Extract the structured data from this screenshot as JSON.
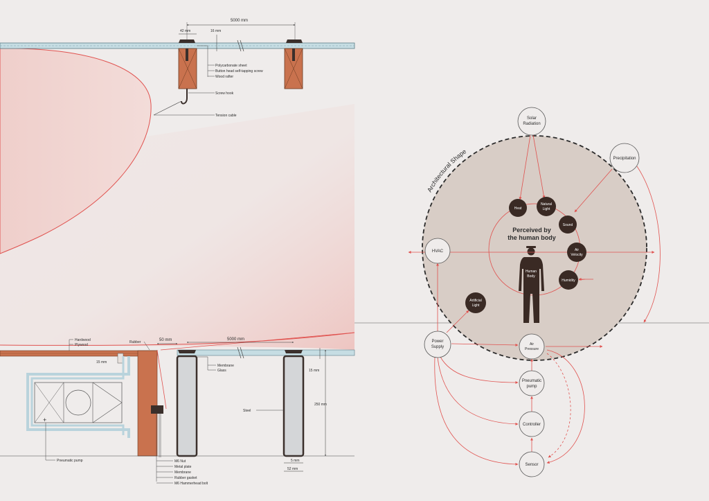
{
  "top_detail": {
    "dim_span": "5000 mm",
    "dim_width": "42 mm",
    "dim_thickness": "16 mm",
    "callouts": [
      "Polycarbonate sheet",
      "Button head self-tapping screw",
      "Wood rafter",
      "Screw hook",
      "Tension cable"
    ]
  },
  "bottom_detail": {
    "left_labels": [
      "Hardwood",
      "Plywood"
    ],
    "rubber_label": "Rubber",
    "dim_rubber": "50 mm",
    "dim_span": "5000 mm",
    "dim_small": "15 mm",
    "membrane_labels": [
      "Membrane",
      "Glass"
    ],
    "dim_glass": "15 mm",
    "dim_height": "250 mm",
    "steel_label": "Steel",
    "dim_5": "5 mm",
    "dim_52": "52 mm",
    "pump_label": "Pneumatic pump",
    "bolt_callouts": [
      "M6 Nut",
      "Metal plate",
      "Membrane",
      "Rubber gasket",
      "M6 Hammerhead bolt"
    ]
  },
  "diagram": {
    "shape_label": "Architectural Shape",
    "center_label": [
      "Perceived by",
      "the human body"
    ],
    "human_label": [
      "Human",
      "Body"
    ],
    "nodes": {
      "solar": [
        "Solar",
        "Radiation"
      ],
      "precipitation": [
        "Precipitation"
      ],
      "hvac": [
        "HVAC"
      ],
      "power": [
        "Power",
        "Supply"
      ],
      "air_pressure": [
        "Air",
        "Pressure"
      ],
      "pneumatic": [
        "Pneumatic",
        "pump"
      ],
      "controller": [
        "Controller"
      ],
      "sensor": [
        "Sensor"
      ],
      "heat": [
        "Heat"
      ],
      "natural_light": [
        "Natural",
        "Light"
      ],
      "sound": [
        "Sound"
      ],
      "air_velocity": [
        "Air",
        "Velocity"
      ],
      "humidity": [
        "Humidity"
      ],
      "artificial_light": [
        "Artificial",
        "Light"
      ]
    }
  },
  "colors": {
    "background": "#efeceb",
    "accent": "#e0524f",
    "pink": "#f0d2cf",
    "wood": "#c9724e",
    "dark_node": "#3a2a24",
    "circle_fill": "#d8cdc6",
    "pipe": "#b9d3dc"
  }
}
